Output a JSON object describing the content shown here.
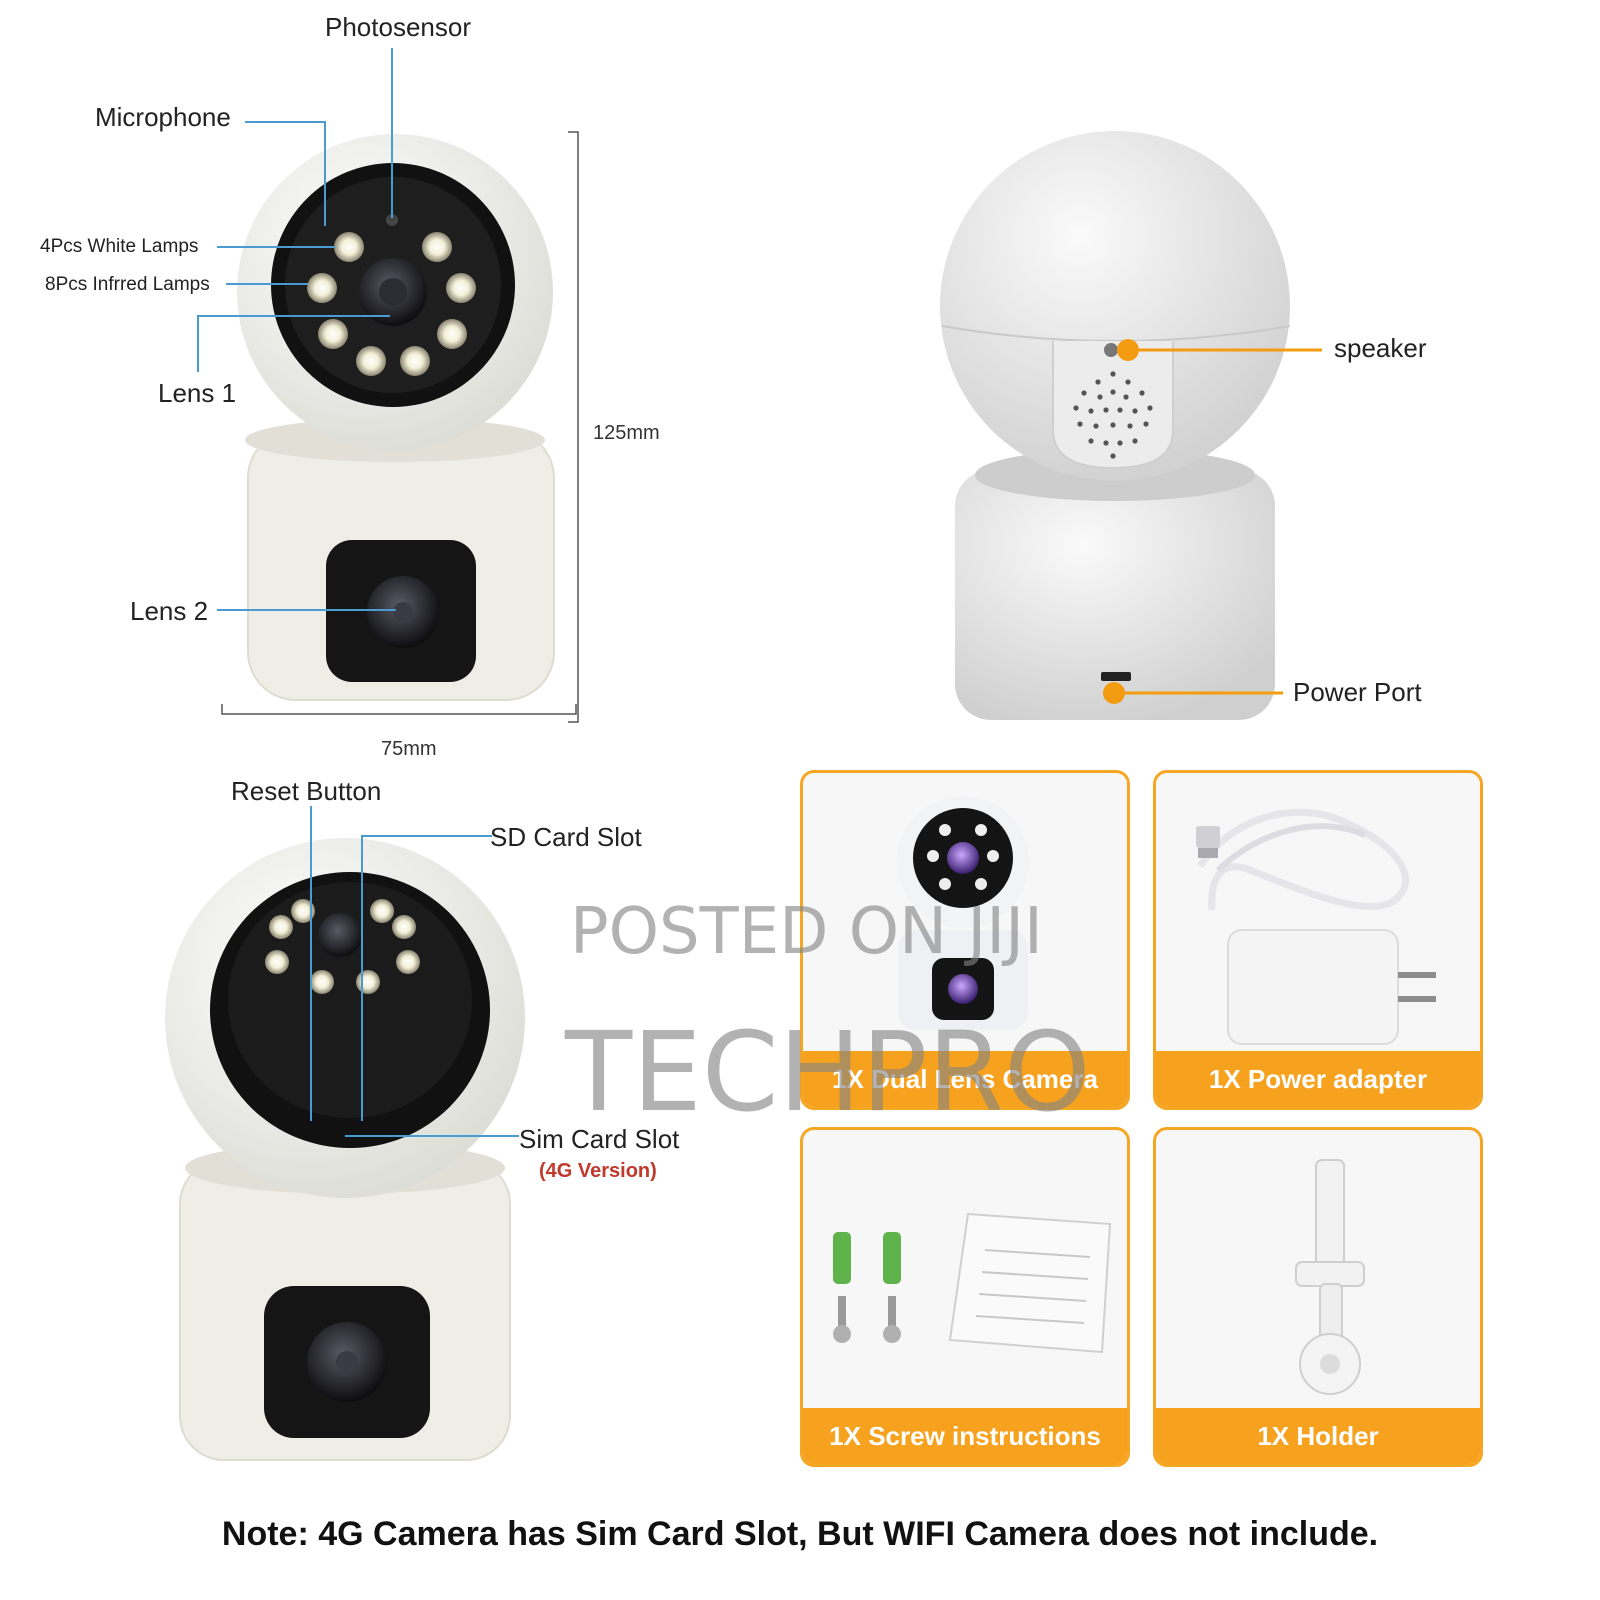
{
  "diagram_front": {
    "labels": {
      "photosensor": "Photosensor",
      "microphone": "Microphone",
      "white_lamps": "4Pcs White Lamps",
      "ir_lamps": "8Pcs Infrred Lamps",
      "lens1": "Lens 1",
      "lens2": "Lens 2"
    },
    "dimensions": {
      "height": "125mm",
      "width": "75mm"
    }
  },
  "diagram_back": {
    "labels": {
      "speaker": "speaker",
      "power_port": "Power Port"
    }
  },
  "diagram_bottom": {
    "labels": {
      "reset": "Reset Button",
      "sd": "SD Card Slot",
      "sim": "Sim Card Slot",
      "sim_note": "(4G Version)"
    }
  },
  "package": {
    "items": [
      {
        "label": "1X Dual Lens Camera"
      },
      {
        "label": "1X Power adapter"
      },
      {
        "label": "1X Screw instructions"
      },
      {
        "label": "1X Holder"
      }
    ]
  },
  "watermark": {
    "line1": "POSTED ON JIJI",
    "line2": "TECHPRO"
  },
  "note": "Note: 4G Camera has Sim Card Slot, But WIFI Camera does not include.",
  "colors": {
    "accent": "#f6a21e",
    "callout_line": "#4a9bd1",
    "callout_dot": "#f39c12",
    "warning": "#c0392b"
  }
}
